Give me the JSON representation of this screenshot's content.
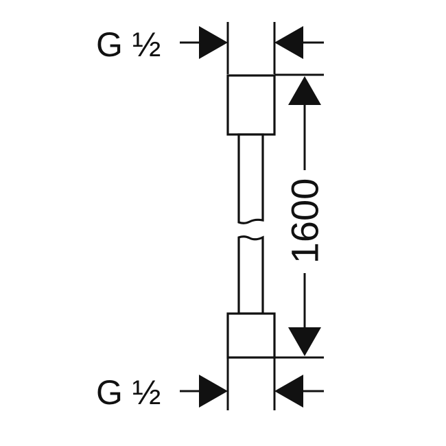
{
  "drawing": {
    "top_thread_label": "G ½",
    "bottom_thread_label": "G ½",
    "length_dimension": "1600"
  },
  "colors": {
    "line": "#111111",
    "background": "#ffffff"
  }
}
